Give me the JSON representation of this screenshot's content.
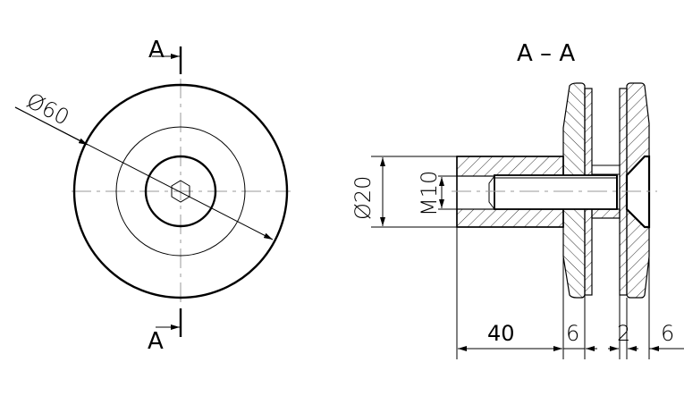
{
  "front_view": {
    "section_label_top": "A",
    "section_label_bottom": "A",
    "diameter_label": "Ø60"
  },
  "section_view": {
    "title": "A – A",
    "diameter_label": "Ø20",
    "thread_label": "M10",
    "dimensions": [
      "40",
      "6",
      "2",
      "6"
    ]
  }
}
